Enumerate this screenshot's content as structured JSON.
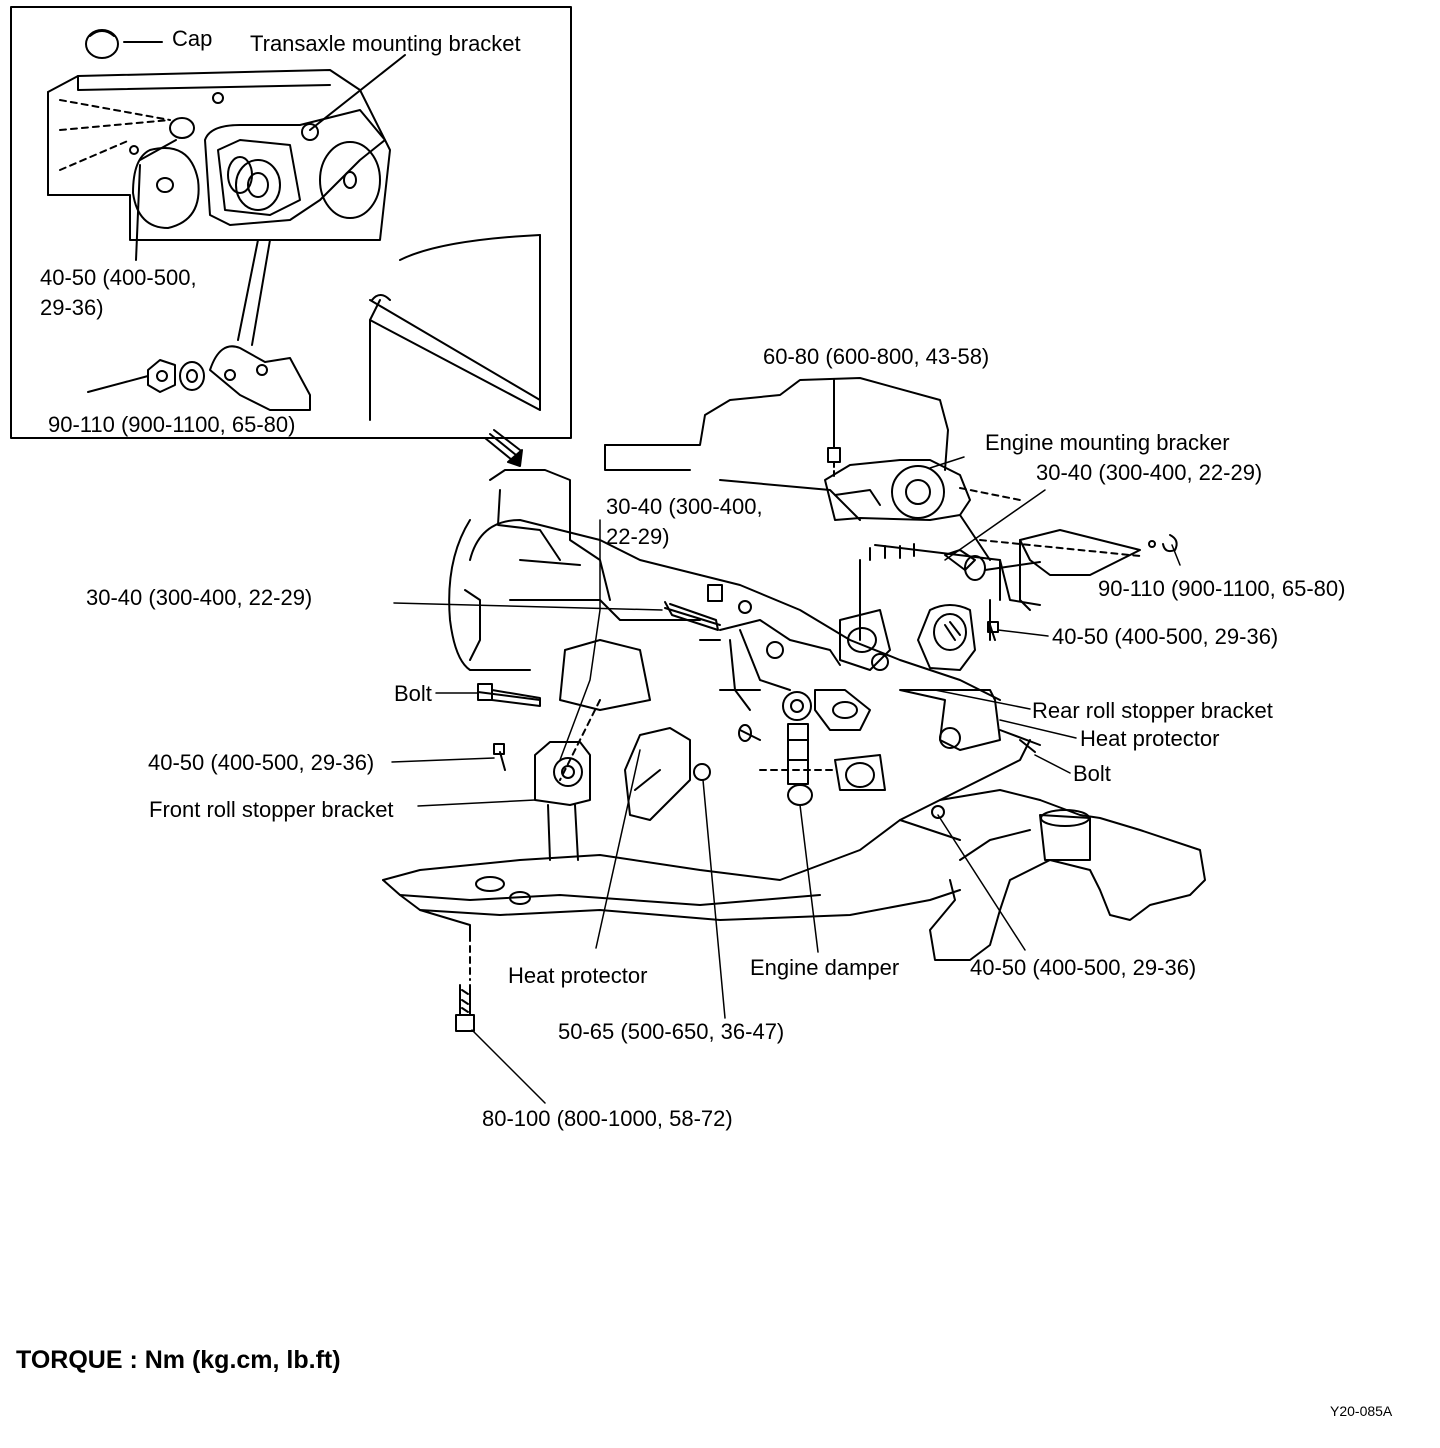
{
  "inset": {
    "cap": "Cap",
    "transaxle_bracket": "Transaxle mounting bracket",
    "torque_a": "40-50 (400-500,\n29-36)",
    "torque_b": "90-110 (900-1100, 65-80)"
  },
  "callouts": {
    "engine_bracket_nut": "60-80 (600-800, 43-58)",
    "engine_mounting_bracket": "Engine mounting bracker",
    "engine_bracket_bolt": "30-40 (300-400, 22-29)",
    "transaxle_side_bolt": "30-40 (300-400,\n22-29)",
    "left_bolt": "30-40 (300-400, 22-29)",
    "engine_mount_through_bolt": "90-110 (900-1100, 65-80)",
    "rear_mount_bolt": "40-50 (400-500, 29-36)",
    "bolt_left": "Bolt",
    "rear_roll_stopper_bracket": "Rear roll stopper bracket",
    "heat_protector_right": "Heat protector",
    "bolt_right": "Bolt",
    "front_stopper_bolt": "40-50 (400-500, 29-36)",
    "front_roll_stopper_bracket": "Front roll stopper bracket",
    "heat_protector_bottom": "Heat protector",
    "engine_damper": "Engine damper",
    "crossmember_bolt": "40-50 (400-500, 29-36)",
    "damper_bolt": "50-65 (500-650, 36-47)",
    "subframe_bolt": "80-100 (800-1000, 58-72)"
  },
  "torque_units": "TORQUE : Nm (kg.cm, lb.ft)",
  "figure_code": "Y20-085A"
}
